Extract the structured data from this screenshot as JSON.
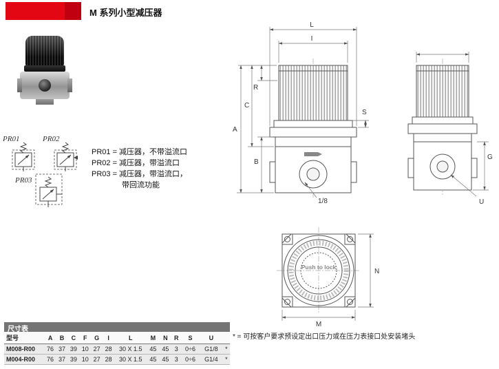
{
  "header": {
    "title": "M 系列小型减压器"
  },
  "symbols": {
    "pr01": "PR01",
    "pr02": "PR02",
    "pr03": "PR03",
    "desc": [
      "PR01 = 减压器，不带溢流口",
      "PR02 = 减压器，带溢流口",
      "PR03 = 减压器，带溢流口，",
      "带回流功能"
    ]
  },
  "drawing": {
    "labels": {
      "L": "L",
      "I": "I",
      "R": "R",
      "C": "C",
      "A": "A",
      "B": "B",
      "S": "S",
      "G": "G",
      "U": "U",
      "M": "M",
      "N": "N",
      "port": "1/8",
      "knob": "Push to lock"
    }
  },
  "table": {
    "title": "尺寸表",
    "headers": [
      "型号",
      "A",
      "B",
      "C",
      "F",
      "G",
      "I",
      "L",
      "M",
      "N",
      "R",
      "S",
      "U",
      ""
    ],
    "rows": [
      {
        "cells": [
          "M008-R00",
          "76",
          "37",
          "39",
          "10",
          "27",
          "28",
          "30 X 1.5",
          "45",
          "45",
          "3",
          "0÷6",
          "G1/8",
          "*"
        ]
      },
      {
        "cells": [
          "M004-R00",
          "76",
          "37",
          "39",
          "10",
          "27",
          "28",
          "30 X 1.5",
          "45",
          "45",
          "3",
          "0÷6",
          "G1/4",
          "*"
        ]
      }
    ],
    "note": "* = 可按客户要求预设定出口压力或在压力表接口处安装堵头"
  }
}
